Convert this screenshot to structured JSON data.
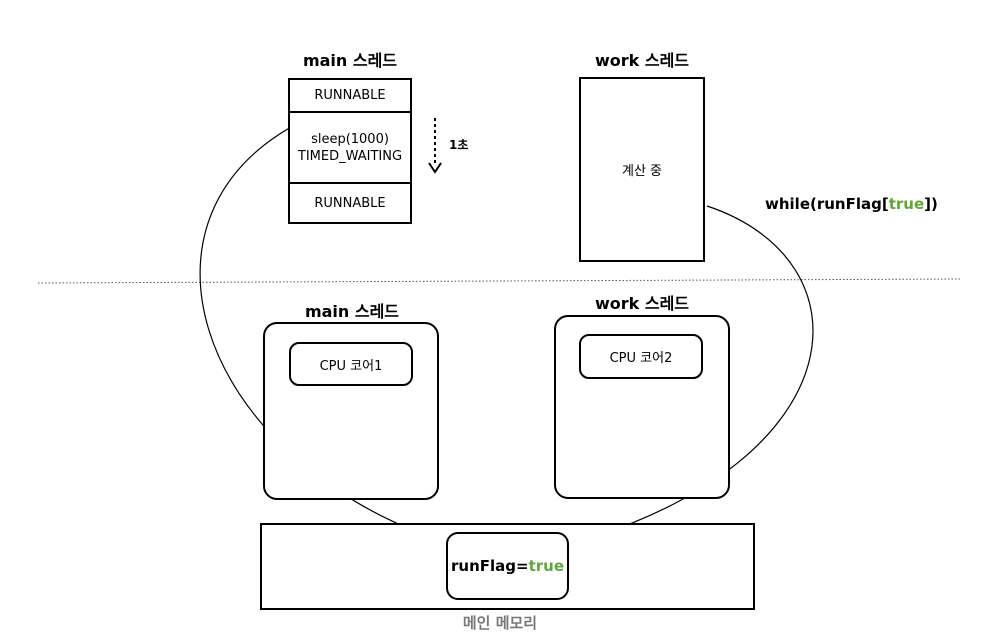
{
  "top": {
    "main_title": "main 스레드",
    "main_states": [
      "RUNNABLE",
      "sleep(1000)",
      "TIMED_WAITING",
      "RUNNABLE"
    ],
    "time_label": "1초",
    "work_title": "work 스레드",
    "work_state": "계산 중",
    "loop_prefix": "while(runFlag[",
    "loop_value": "true",
    "loop_suffix": "])"
  },
  "bottom": {
    "main_title": "main 스레드",
    "main_core": "CPU 코어1",
    "work_title": "work 스레드",
    "work_core": "CPU 코어2"
  },
  "memory": {
    "var_prefix": "runFlag=",
    "var_value": "true",
    "label": "메인 메모리"
  },
  "colors": {
    "value_green": "#5ea83a",
    "divider": "#555555",
    "memory_label": "#777777"
  }
}
